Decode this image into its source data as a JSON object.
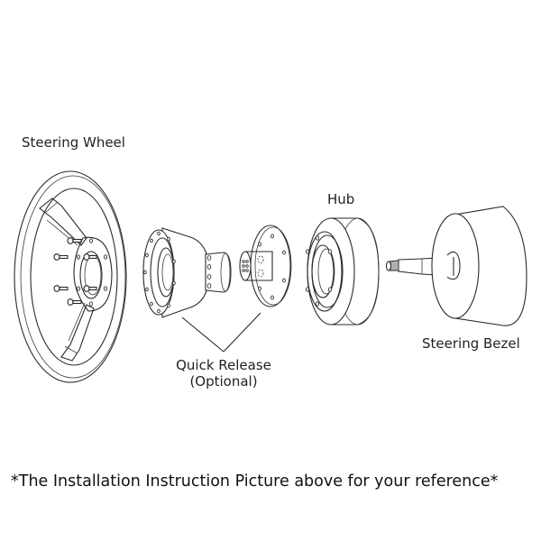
{
  "diagram": {
    "title": "Steering wheel installation exploded view",
    "components": [
      {
        "id": "steering-wheel",
        "label": "Steering Wheel"
      },
      {
        "id": "quick-release",
        "label": "Quick Release",
        "sublabel": "(Optional)"
      },
      {
        "id": "hub",
        "label": "Hub"
      },
      {
        "id": "steering-bezel",
        "label": "Steering Bezel"
      }
    ],
    "connectors": [
      {
        "from": "quick-release",
        "to": "steering-wheel-adapter",
        "type": "pointer-line"
      },
      {
        "from": "quick-release",
        "to": "hub-adapter",
        "type": "pointer-line"
      }
    ]
  },
  "labels": {
    "steering_wheel": "Steering Wheel",
    "quick_release": "Quick Release",
    "quick_release_optional": "(Optional)",
    "hub": "Hub",
    "steering_bezel": "Steering Bezel"
  },
  "footer": {
    "note": "*The Installation Instruction Picture above for your reference*"
  }
}
